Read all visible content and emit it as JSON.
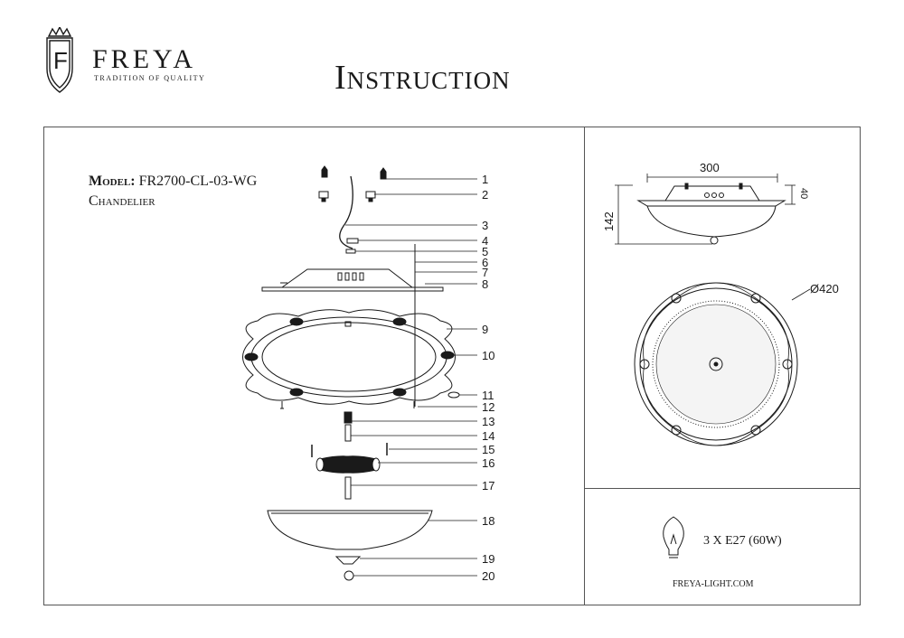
{
  "header": {
    "brand": "FREYA",
    "tagline": "TRADITION OF QUALITY",
    "title": "Instruction"
  },
  "product": {
    "model_label": "Model:",
    "model_code": "FR2700-CL-03-WG",
    "type": "Chandelier"
  },
  "parts": {
    "numbers": [
      "1",
      "2",
      "3",
      "4",
      "5",
      "6",
      "7",
      "8",
      "9",
      "10",
      "11",
      "12",
      "13",
      "14",
      "15",
      "16",
      "17",
      "18",
      "19",
      "20"
    ]
  },
  "dimensions": {
    "width": "300",
    "depth": "40",
    "height": "142",
    "diameter": "Ø420"
  },
  "bulb": {
    "spec": "3 X E27 (60W)"
  },
  "footer": {
    "website": "FREYA-LIGHT.COM"
  },
  "colors": {
    "line": "#1a1a1a",
    "frame": "#555555"
  }
}
